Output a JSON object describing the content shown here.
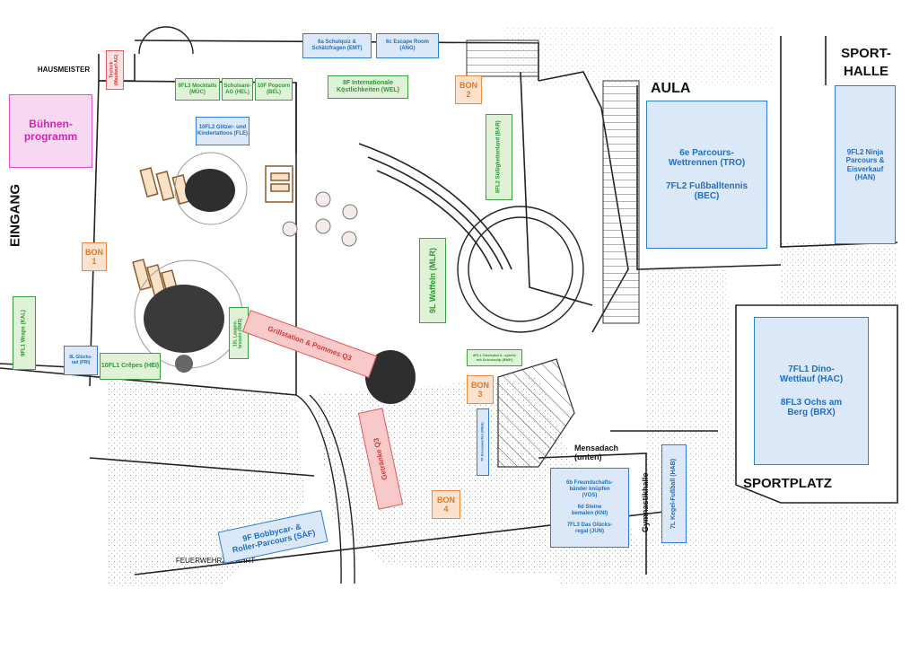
{
  "places": {
    "hausmeister": "HAUSMEISTER",
    "eingang": "EINGANG",
    "aula": "AULA",
    "sporthalle_1": "SPORT-",
    "sporthalle_2": "HALLE",
    "sportplatz_a": "SPORT",
    "sportplatz_b": "PLATZ",
    "mensadach": "Mensadach\n(unten)",
    "gymnastikhalle": "Gymnastikhalle",
    "feuerwehr": "FEUERWEHRZUFAHRT"
  },
  "stands": {
    "buehne": "Bühnen-\nprogramm",
    "technik": "Technik\n(Maulwurf-AG)",
    "schulquiz": "6a Schulquiz &\nSchätzfragen (EMT)",
    "escape": "6c Escape Room\n(ANG)",
    "mocktails": "9FL3 Mocktails\n(MÜC)",
    "schulsani": "Schulsani-\nAG (HEL)",
    "popcorn": "10F Popcorn\n(BEL)",
    "international": "8F Internationale\nKöstlichkeiten (WEL)",
    "glitzer": "10FL2 Glitzer- und\nKindertattoos (FLE)",
    "suessigkeiten": "8FL2 Süßigkeitenland (BAR)",
    "parcours": "6e Parcours-\nWettrennen (TRO)",
    "fussballtennis": "7FL2 Fußballtennis\n(BEC)",
    "ninja": "9FL2 Ninja\nParcours &\nEisverkauf\n(HAN)",
    "waffeln": "9L Waffeln (MLR)",
    "wraps": "9FL1 Wraps (KAL)",
    "gluecksrad": "8L Glücks-\nrad (PRI)",
    "crepes": "10FL1 Crêpes (HEI)",
    "brezeln": "10L Laugen-\nbrezeln (RMS)",
    "grillstation": "Grillstation & Pommes Q3",
    "getraenke": "Getränke Q3",
    "obstsalat": "8FL1 Obstsalat & -spieße\nmit Schokodip (BMK)",
    "dosenwerfen": "7F Dosenwerfen (MEH)",
    "dino": "7FL1 Dino-\nWettlauf (HAC)",
    "ochs": "8FL3 Ochs am\nBerg (BRX)",
    "freundschaft": "6b Freundschafts-\nbänder knüpfen\n(VOS)",
    "steine": "6d Steine\nbemalen (KNI)",
    "gluecksregal": "7FL3 Das Glücks-\nregal (JUN)",
    "kegel": "7L Kegel-Fußball (HAB)",
    "bobbycar": "9F Bobbycar- &\nRoller-Parcours (SÄF)"
  },
  "bons": {
    "bon1": "BON\n1",
    "bon2": "BON\n2",
    "bon3": "BON\n3",
    "bon4": "BON\n4"
  },
  "colors": {
    "blue": "#1f6fc4",
    "green": "#2c9a35",
    "pink": "#d626b4",
    "red": "#d23a3a",
    "orange": "#e07a26"
  }
}
